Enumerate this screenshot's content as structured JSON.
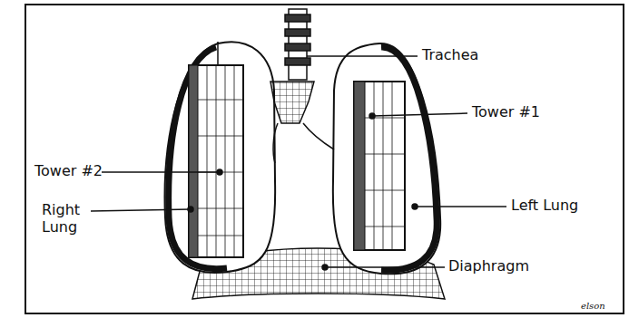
{
  "diagram": {
    "labels": [
      "Trachea",
      "Tower #1",
      "Tower #2",
      "Right Lung",
      "Left Lung",
      "Diaphragm",
      "elson"
    ]
  }
}
